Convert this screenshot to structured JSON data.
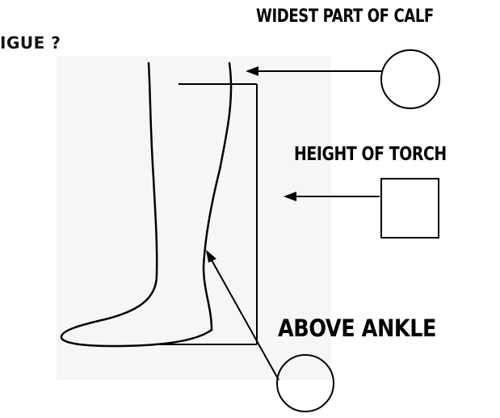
{
  "header": {
    "partial_title": "IGUE ?"
  },
  "labels": {
    "widest_calf": "WIDEST PART OF CALF",
    "torch_height": "HEIGHT OF TORCH",
    "above_ankle": "ABOVE ANKLE"
  },
  "colors": {
    "ink": "#000000",
    "background_wash": "#f2f2f2"
  },
  "icons": {
    "calf_marker": "circle",
    "torch_marker": "square",
    "ankle_marker": "circle"
  }
}
